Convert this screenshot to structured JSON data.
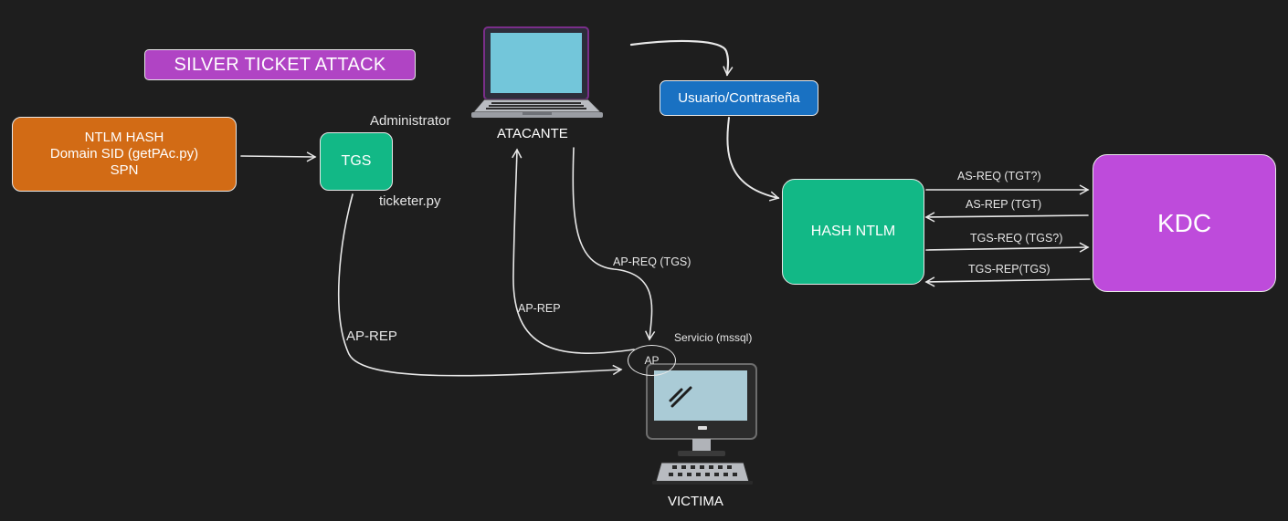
{
  "title": "SILVER TICKET ATTACK",
  "nodes": {
    "ntlm_lines": [
      "NTLM HASH",
      "Domain SID (getPAc.py)",
      "SPN"
    ],
    "tgs": "TGS",
    "tgs_top_label": "Administrator",
    "tgs_bottom_label": "ticketer.py",
    "attacker": "ATACANTE",
    "credentials": "Usuario/Contraseña",
    "hash_ntlm": "HASH NTLM",
    "kdc": "KDC",
    "ap": "AP",
    "service": "Servicio (mssql)",
    "victim": "VICTIMA"
  },
  "edges": {
    "ap_req": "AP-REQ (TGS)",
    "ap_rep_attacker": "AP-REP",
    "ap_rep_tgs": "AP-REP",
    "as_req": "AS-REQ (TGT?)",
    "as_rep": "AS-REP (TGT)",
    "tgs_req": "TGS-REQ (TGS?)",
    "tgs_rep": "TGS-REP(TGS)"
  },
  "icons": [
    "laptop-icon",
    "desktop-computer-icon"
  ],
  "colors": {
    "background": "#1e1e1e",
    "title": "#b044c4",
    "ntlm": "#d26b15",
    "tgs": "#12b886",
    "credentials": "#1971c2",
    "hash_ntlm": "#12b886",
    "kdc": "#be4bdb"
  }
}
